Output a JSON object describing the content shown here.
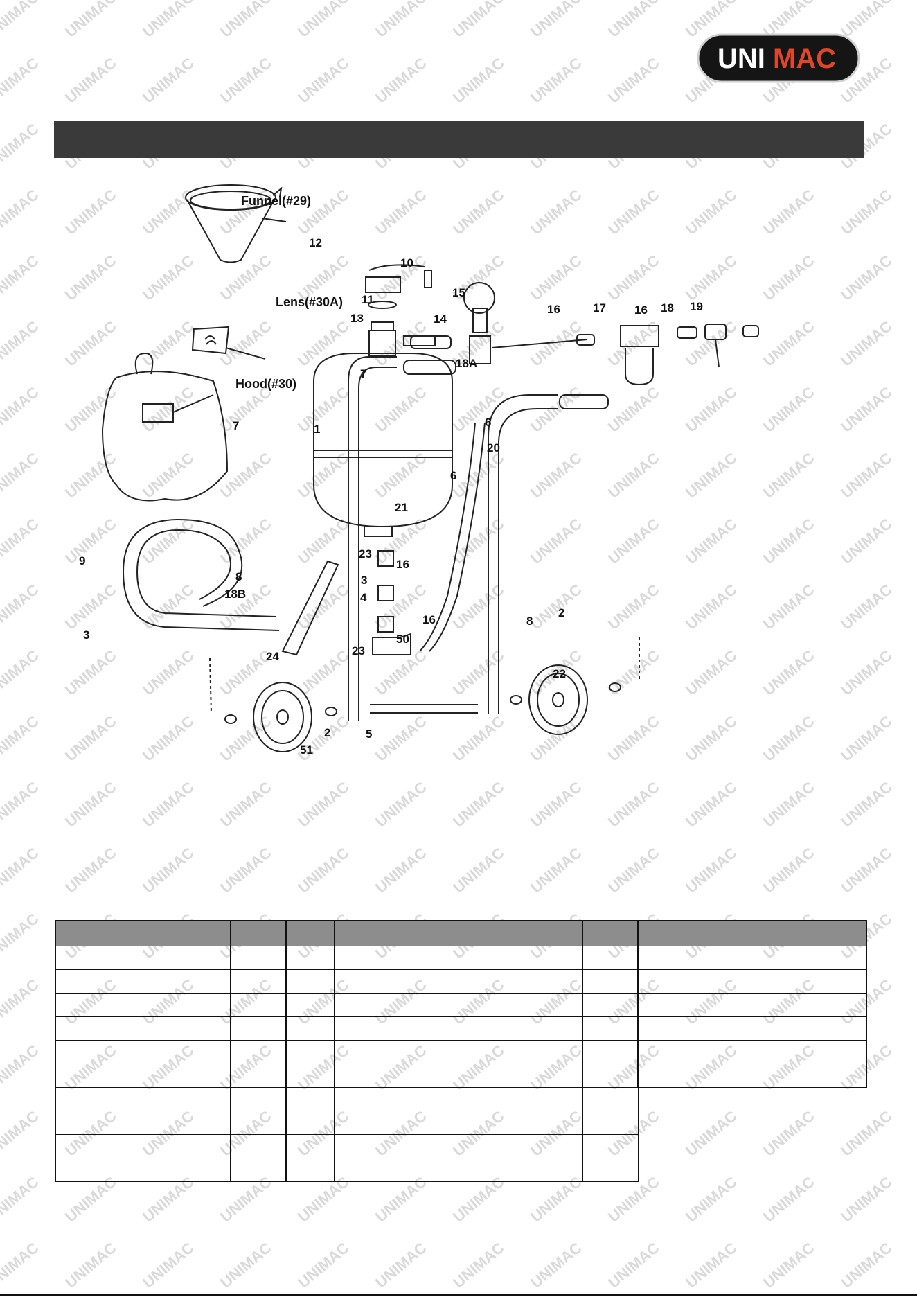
{
  "brand": {
    "logo_part1": "UNI",
    "logo_part2": "MAC",
    "watermark": "UNIMAC"
  },
  "diagram": {
    "funnel_label": "Funnel(#29)",
    "lens_label": "Lens(#30A)",
    "hood_label": "Hood(#30)",
    "callouts": [
      "12",
      "10",
      "11",
      "15",
      "13",
      "14",
      "16",
      "17",
      "16",
      "18",
      "19",
      "18A",
      "7",
      "7",
      "1",
      "6",
      "20",
      "6",
      "21",
      "9",
      "23",
      "16",
      "8",
      "3",
      "18B",
      "4",
      "16",
      "50",
      "8",
      "2",
      "3",
      "24",
      "23",
      "22",
      "51",
      "2",
      "5"
    ]
  },
  "colors": {
    "title_bar": "#3a3a3a",
    "header_gray": "#8d8d8d",
    "logo_bg": "#151515",
    "logo_accent": "#e0462a"
  }
}
